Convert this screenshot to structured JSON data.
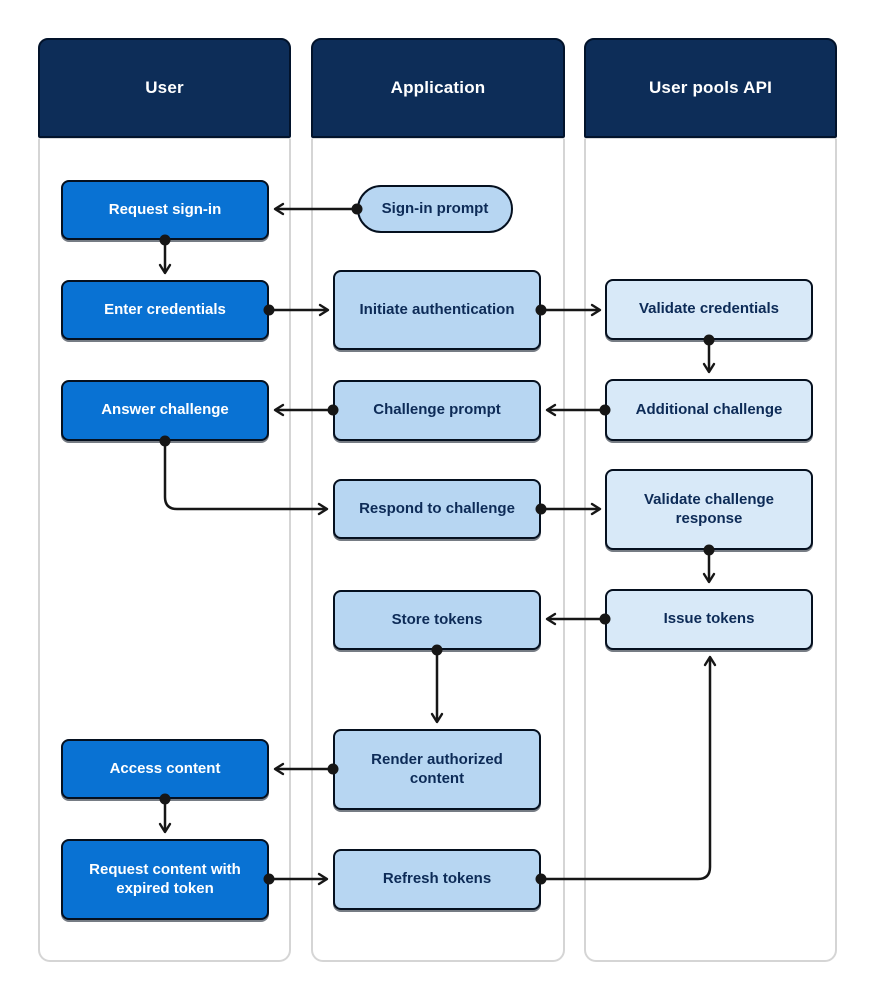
{
  "colors": {
    "lane_header_bg": "#0d2d58",
    "lane_header_text": "#ffffff",
    "lane_border": "#d5d5d5",
    "user_node_bg": "#0972d3",
    "user_node_text": "#ffffff",
    "application_node_bg": "#b7d6f2",
    "api_node_bg": "#d8e9f8",
    "node_border": "#05101f",
    "node_text_dark": "#0d2b57",
    "connector": "#161616"
  },
  "lanes": [
    {
      "id": "user",
      "title": "User"
    },
    {
      "id": "application",
      "title": "Application"
    },
    {
      "id": "user_pools_api",
      "title": "User pools API"
    }
  ],
  "nodes": {
    "request_sign_in": {
      "label": "Request sign-in",
      "lane": "user",
      "shape": "rect"
    },
    "enter_credentials": {
      "label": "Enter credentials",
      "lane": "user",
      "shape": "rect"
    },
    "answer_challenge": {
      "label": "Answer challenge",
      "lane": "user",
      "shape": "rect"
    },
    "access_content": {
      "label": "Access content",
      "lane": "user",
      "shape": "rect"
    },
    "request_content_expired": {
      "label": "Request content with expired token",
      "lane": "user",
      "shape": "rect"
    },
    "sign_in_prompt": {
      "label": "Sign-in prompt",
      "lane": "application",
      "shape": "pill"
    },
    "initiate_authentication": {
      "label": "Initiate authentication",
      "lane": "application",
      "shape": "rect"
    },
    "challenge_prompt": {
      "label": "Challenge prompt",
      "lane": "application",
      "shape": "rect"
    },
    "respond_to_challenge": {
      "label": "Respond to challenge",
      "lane": "application",
      "shape": "rect"
    },
    "store_tokens": {
      "label": "Store tokens",
      "lane": "application",
      "shape": "rect"
    },
    "render_authorized_content": {
      "label": "Render authorized content",
      "lane": "application",
      "shape": "rect"
    },
    "refresh_tokens": {
      "label": "Refresh tokens",
      "lane": "application",
      "shape": "rect"
    },
    "validate_credentials": {
      "label": "Validate credentials",
      "lane": "user_pools_api",
      "shape": "rect"
    },
    "additional_challenge": {
      "label": "Additional challenge",
      "lane": "user_pools_api",
      "shape": "rect"
    },
    "validate_challenge_response": {
      "label": "Validate challenge response",
      "lane": "user_pools_api",
      "shape": "rect"
    },
    "issue_tokens": {
      "label": "Issue tokens",
      "lane": "user_pools_api",
      "shape": "rect"
    }
  },
  "edges": [
    {
      "from": "sign_in_prompt",
      "to": "request_sign_in"
    },
    {
      "from": "request_sign_in",
      "to": "enter_credentials"
    },
    {
      "from": "enter_credentials",
      "to": "initiate_authentication"
    },
    {
      "from": "initiate_authentication",
      "to": "validate_credentials"
    },
    {
      "from": "validate_credentials",
      "to": "additional_challenge"
    },
    {
      "from": "additional_challenge",
      "to": "challenge_prompt"
    },
    {
      "from": "challenge_prompt",
      "to": "answer_challenge"
    },
    {
      "from": "answer_challenge",
      "to": "respond_to_challenge"
    },
    {
      "from": "respond_to_challenge",
      "to": "validate_challenge_response"
    },
    {
      "from": "validate_challenge_response",
      "to": "issue_tokens"
    },
    {
      "from": "issue_tokens",
      "to": "store_tokens"
    },
    {
      "from": "store_tokens",
      "to": "render_authorized_content"
    },
    {
      "from": "render_authorized_content",
      "to": "access_content"
    },
    {
      "from": "access_content",
      "to": "request_content_expired"
    },
    {
      "from": "request_content_expired",
      "to": "refresh_tokens"
    },
    {
      "from": "refresh_tokens",
      "to": "issue_tokens"
    }
  ]
}
